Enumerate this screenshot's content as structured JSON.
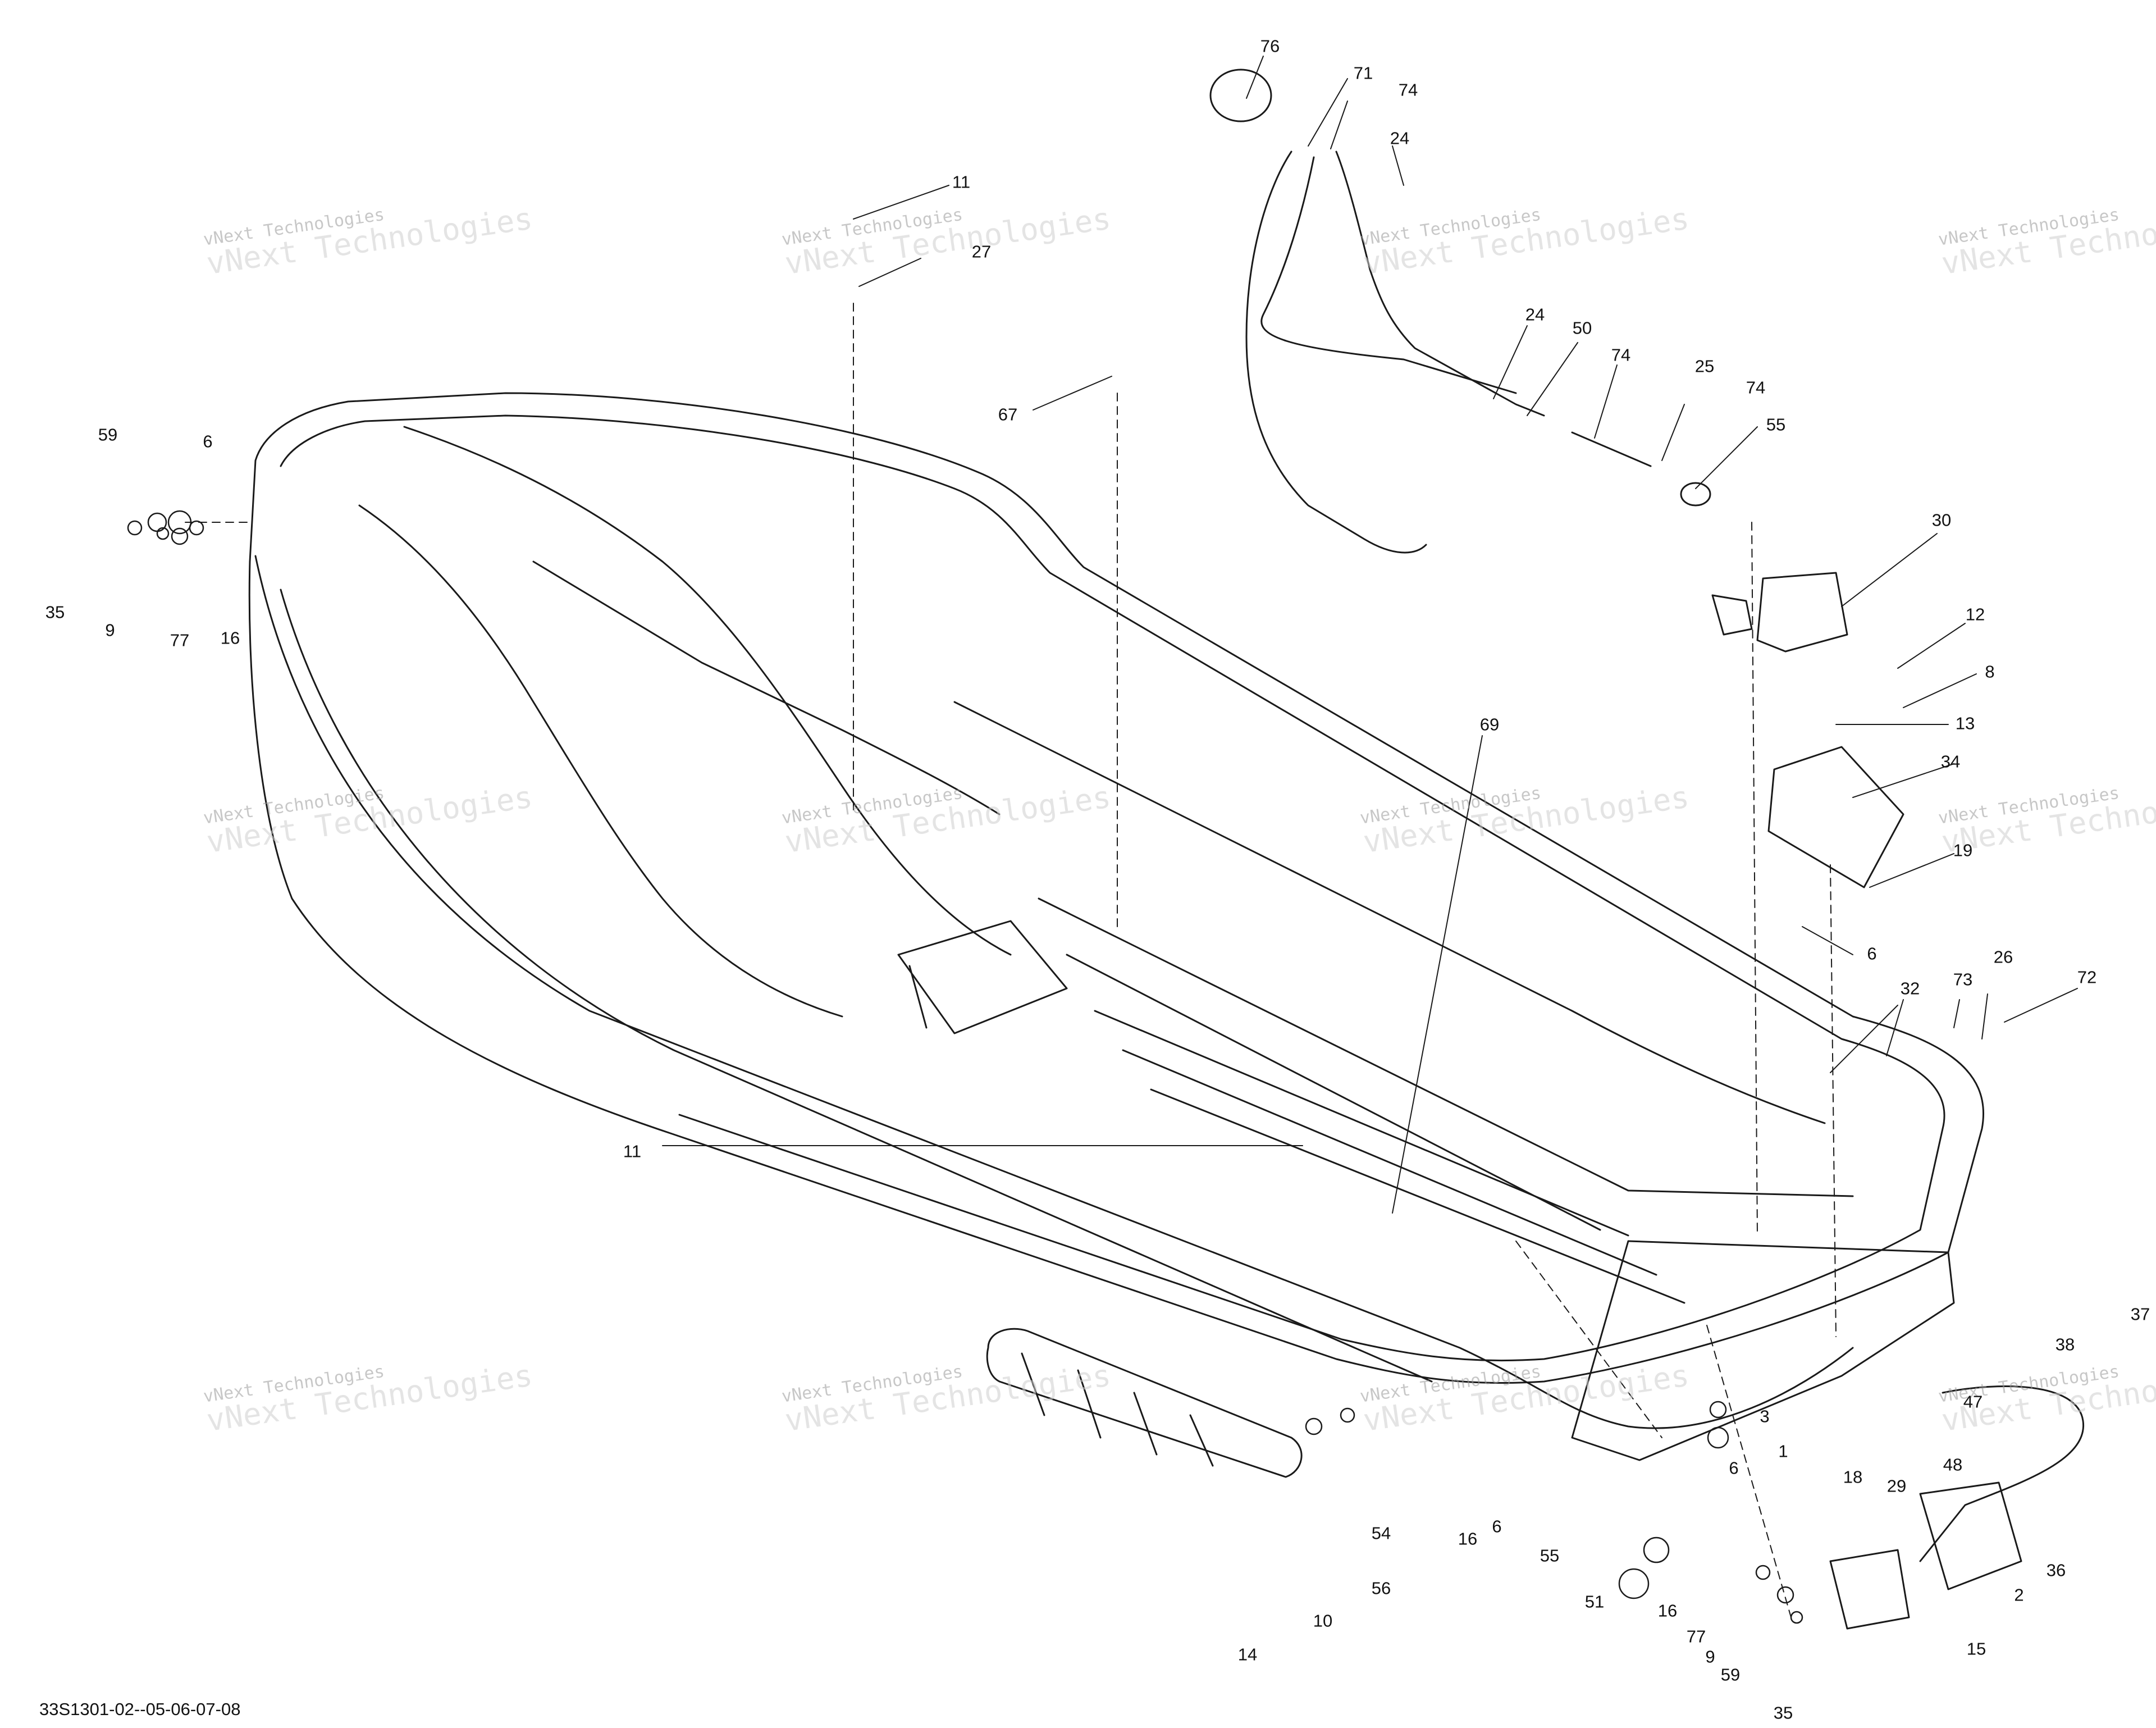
{
  "document_id": "33S1301-02--05-06-07-08",
  "watermark": {
    "line1": "vNext Technologies",
    "line2": "vNext Technologies"
  },
  "callouts": [
    "76",
    "71",
    "74",
    "24",
    "11",
    "27",
    "24",
    "50",
    "74",
    "25",
    "74",
    "55",
    "67",
    "59",
    "6",
    "35",
    "9",
    "77",
    "16",
    "30",
    "12",
    "8",
    "13",
    "34",
    "69",
    "19",
    "6",
    "26",
    "73",
    "72",
    "32",
    "11",
    "37",
    "38",
    "47",
    "3",
    "1",
    "18",
    "29",
    "48",
    "6",
    "55",
    "51",
    "16",
    "77",
    "9",
    "59",
    "35",
    "54",
    "16",
    "6",
    "56",
    "10",
    "14",
    "36",
    "2",
    "15"
  ],
  "colors": {
    "line": "#1a1a1a",
    "watermark": "#bdbdbd",
    "background": "#ffffff"
  }
}
